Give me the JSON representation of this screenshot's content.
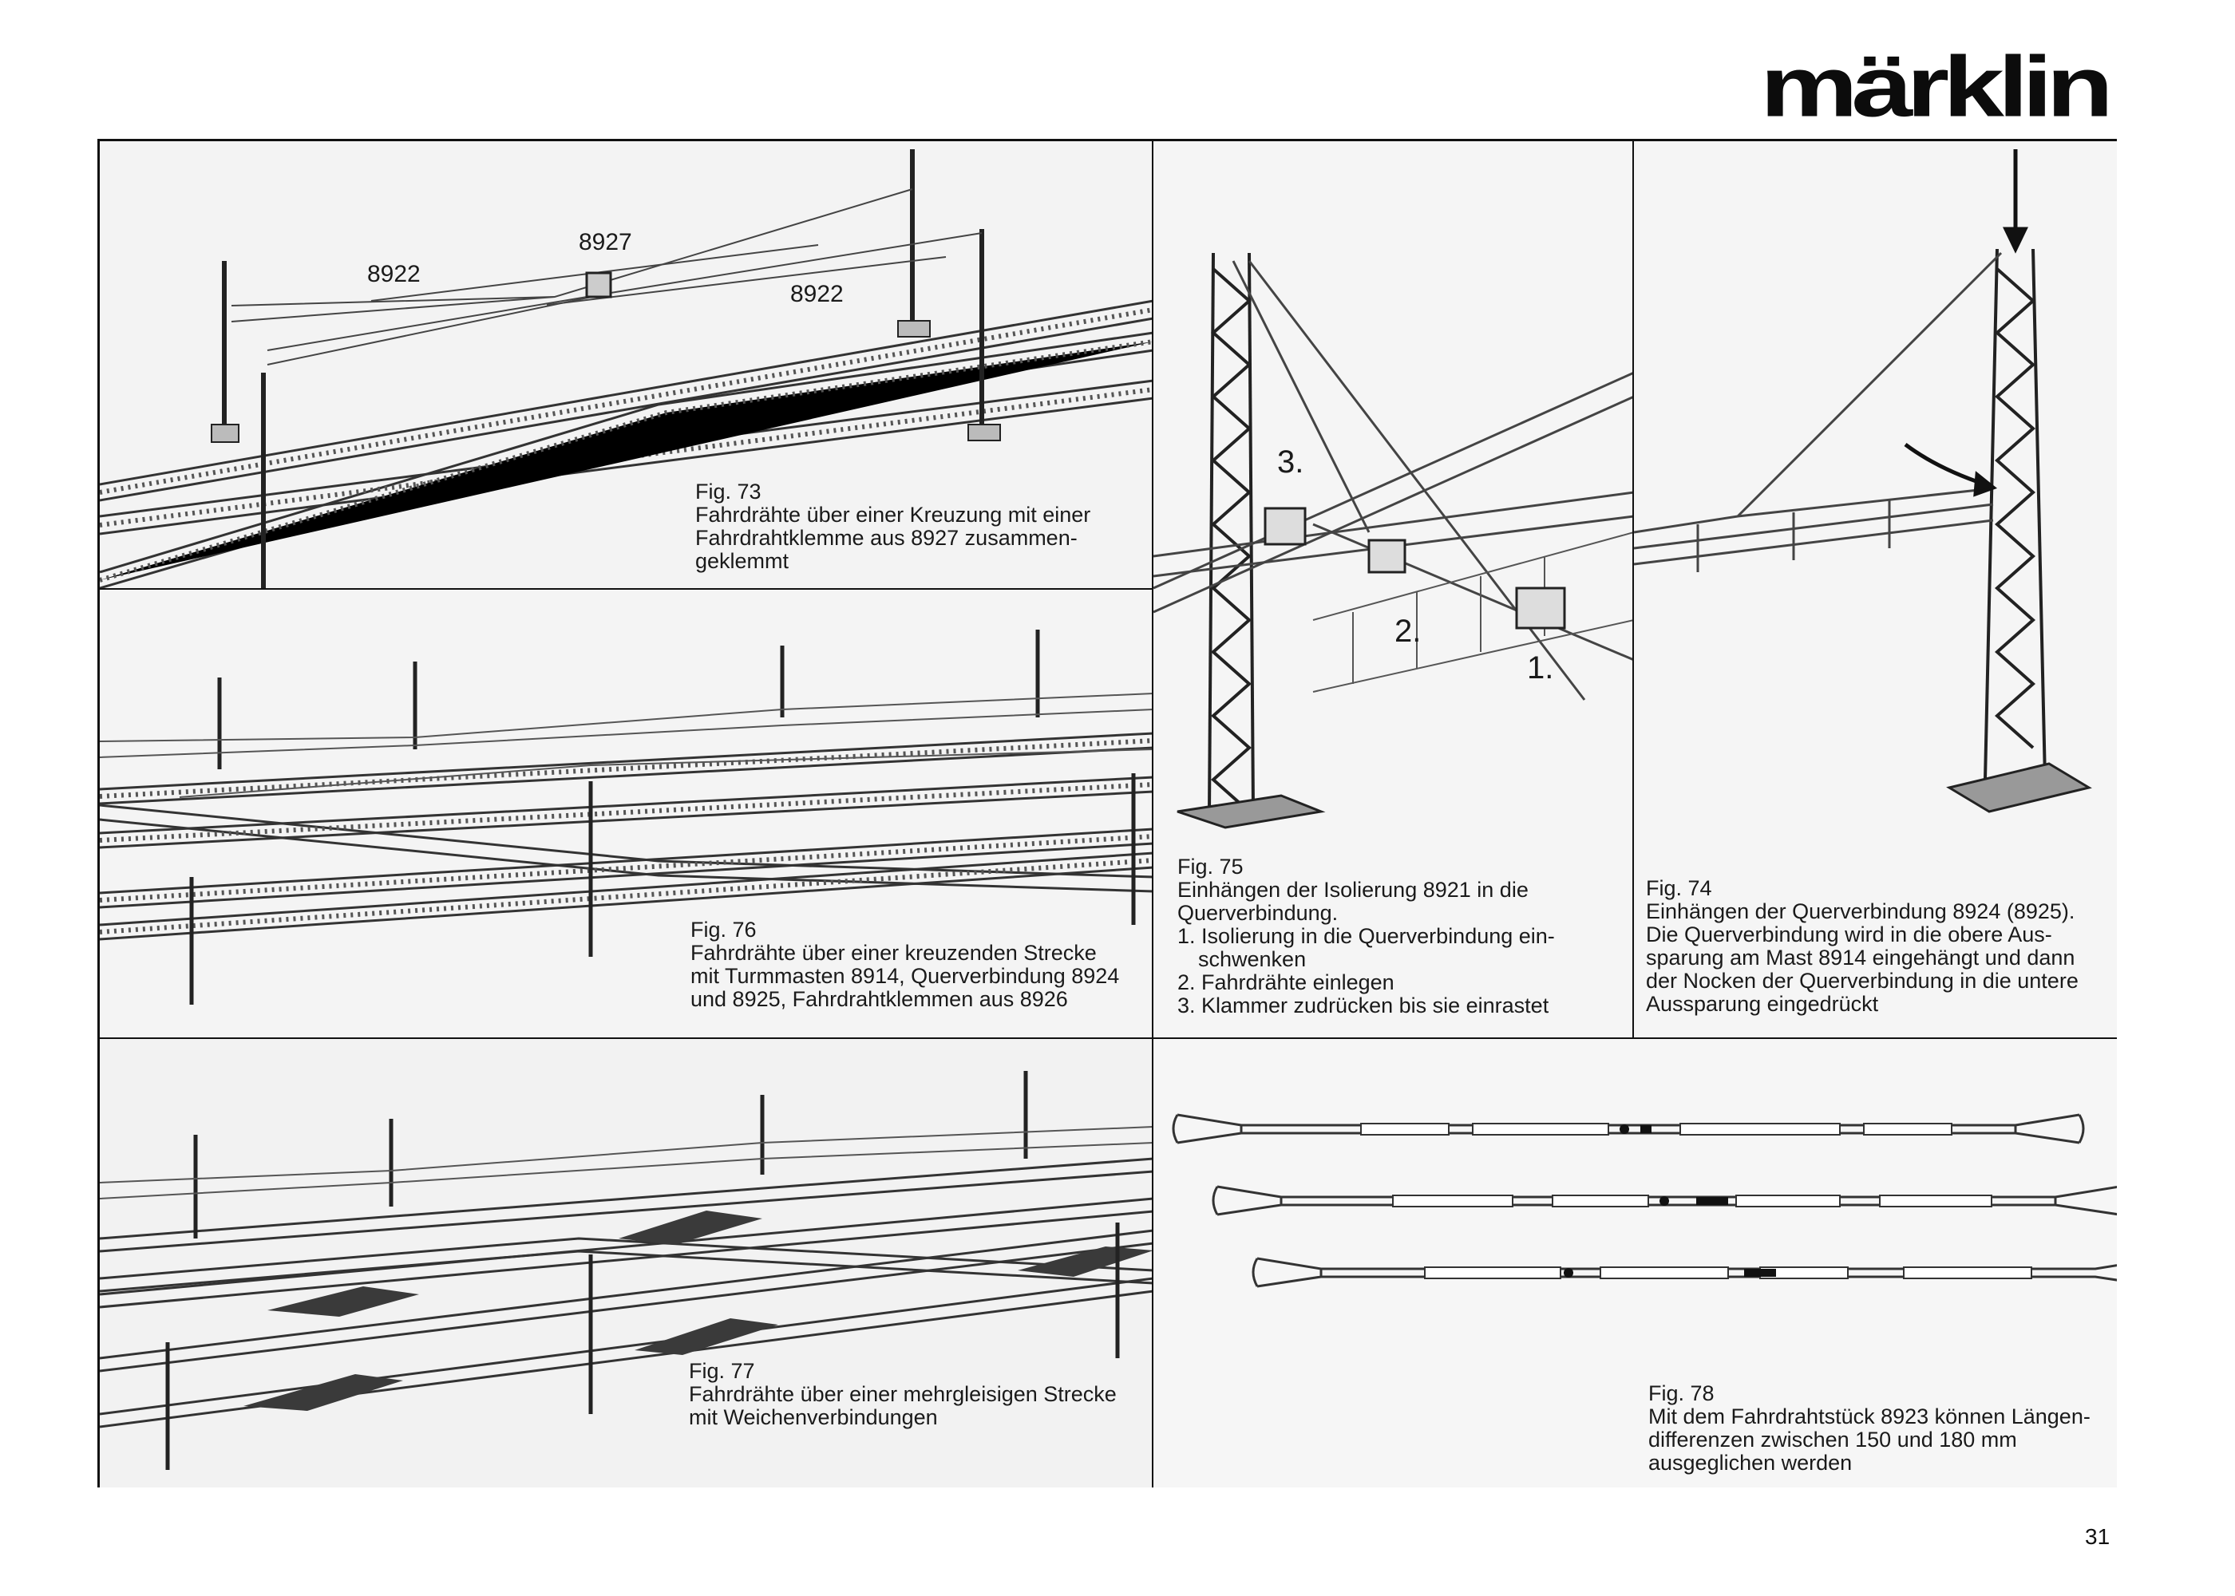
{
  "brand": "märklin",
  "page_number": "31",
  "figures": {
    "fig73": {
      "label": "Fig. 73",
      "lines": [
        "Fahrdrähte über einer Kreuzung mit einer",
        "Fahrdrahtklemme aus 8927 zusammen-",
        "geklemmt"
      ],
      "parts": [
        "8922",
        "8927",
        "8922"
      ]
    },
    "fig76": {
      "label": "Fig. 76",
      "lines": [
        "Fahrdrähte über einer kreuzenden Strecke",
        "mit Turmmasten 8914, Querverbindung 8924",
        "und 8925, Fahrdrahtklemmen aus 8926"
      ]
    },
    "fig77": {
      "label": "Fig. 77",
      "lines": [
        "Fahrdrähte über einer mehrgleisigen Strecke",
        "mit Weichenverbindungen"
      ]
    },
    "fig75": {
      "label": "Fig. 75",
      "lines": [
        "Einhängen der Isolierung 8921 in die",
        "Querverbindung.",
        "1. Isolierung in die Querverbindung ein-",
        "   schwenken",
        "2. Fahrdrähte einlegen",
        "3. Klammer zudrücken bis sie einrastet"
      ],
      "steps": [
        "3.",
        "2.",
        "1."
      ]
    },
    "fig74": {
      "label": "Fig. 74",
      "lines": [
        "Einhängen der Querverbindung 8924 (8925).",
        "Die Querverbindung wird in die obere Aus-",
        "sparung am Mast 8914 eingehängt und dann",
        "der Nocken der Querverbindung in die untere",
        "Aussparung eingedrückt"
      ]
    },
    "fig78": {
      "label": "Fig. 78",
      "lines": [
        "Mit dem Fahrdrahtstück 8923 können Längen-",
        "differenzen zwischen 150 und 180 mm",
        "ausgeglichen werden"
      ]
    }
  }
}
